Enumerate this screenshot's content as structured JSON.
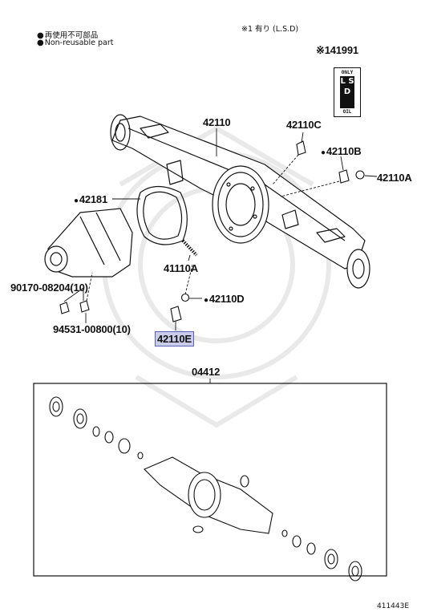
{
  "legend": {
    "jp": "再使用不可部品",
    "en": "Non-reusable part"
  },
  "note_top": "※1 有り (L.S.D)",
  "lsd_plate": {
    "ref": "※141991",
    "top_text": "ONLY",
    "main_text": "L S D",
    "bottom_text": "OIL"
  },
  "labels": {
    "p42110": "42110",
    "p42110C": "42110C",
    "p42110B": "42110B",
    "p42110A": "42110A",
    "p42181": "42181",
    "p41110A": "41110A",
    "p90170": "90170-08204(10)",
    "p42110D": "42110D",
    "p94531": "94531-00800(10)",
    "p42110E": "42110E",
    "p04412": "04412"
  },
  "footer_code": "411443E",
  "colors": {
    "highlight_fill": "#c9cdea",
    "highlight_border": "#5b62b5",
    "line": "#111111",
    "watermark": "#e9e9e9"
  }
}
